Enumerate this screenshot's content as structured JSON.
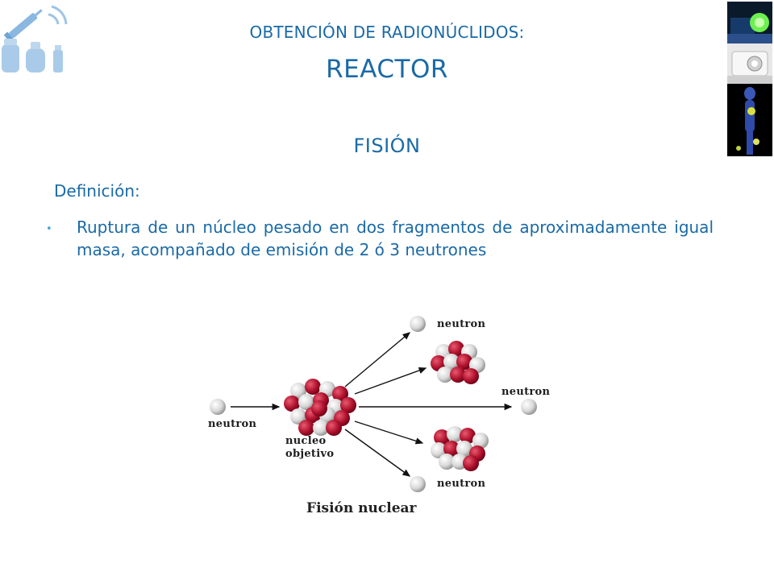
{
  "header": {
    "title_line1": "OBTENCIÓN DE RADIONÚCLIDOS:",
    "title_line2": "REACTOR"
  },
  "section": {
    "heading": "FISIÓN",
    "definition_label": "Definición:",
    "bullet_text": "Ruptura de un núcleo pesado en dos fragmentos de aproximadamente igual masa, acompañado de emisión de 2 ó 3 neutrones"
  },
  "figure": {
    "label_neutron_in": "neutron",
    "label_neutron_top": "neutron",
    "label_neutron_right": "neutron",
    "label_neutron_bottom": "neutron",
    "label_target_line1": "nucleo",
    "label_target_line2": "objetivo",
    "caption": "Fisión nuclear"
  },
  "colors": {
    "title": "#1a6aa6",
    "bullet": "#46a6d8",
    "proton": "#b0122d",
    "neutron": "#e4e4e4"
  }
}
